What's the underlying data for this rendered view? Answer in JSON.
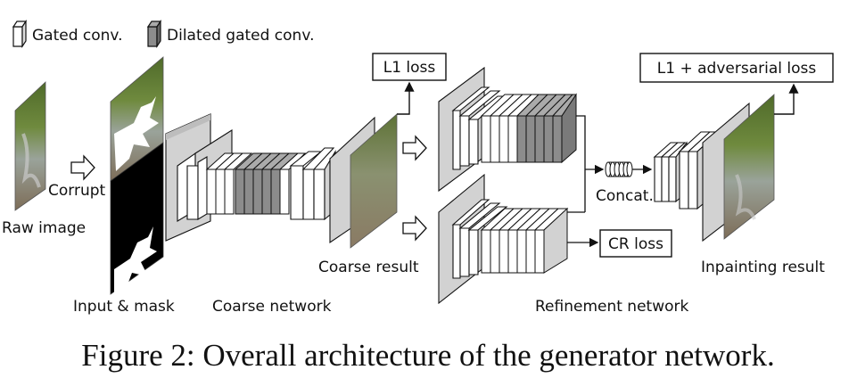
{
  "legend": {
    "gated_conv": "Gated conv.",
    "dilated_gated_conv": "Dilated gated conv."
  },
  "labels": {
    "raw_image": "Raw image",
    "corrupt": "Corrupt",
    "input_mask": "Input & mask",
    "coarse_network": "Coarse network",
    "coarse_result": "Coarse result",
    "refinement_network": "Refinement network",
    "concat": "Concat.",
    "inpainting_result": "Inpainting result"
  },
  "loss_boxes": {
    "l1": "L1 loss",
    "l1_adv": "L1 + adversarial loss",
    "cr": "CR loss"
  },
  "caption": "Figure 2: Overall architecture of the generator network.",
  "colors": {
    "gated_fill": "#ffffff",
    "dilated_fill": "#8c8c8c",
    "side_fill": "#d2d2d2",
    "stroke": "#111111"
  }
}
